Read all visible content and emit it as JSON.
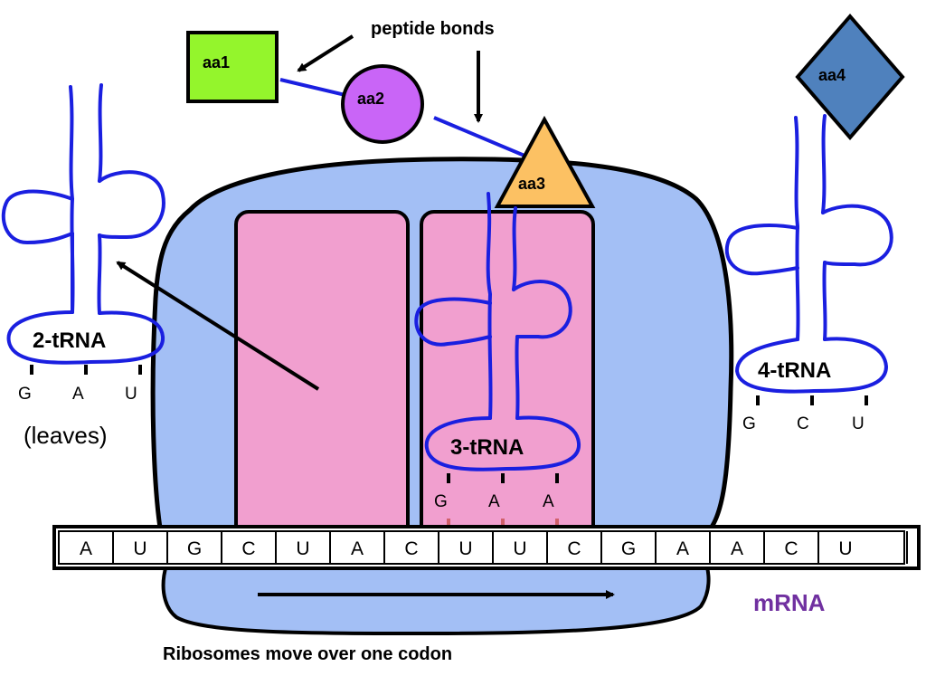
{
  "colors": {
    "ribosome_blue": "#a3bff5",
    "site_pink": "#f19fcf",
    "trna_blue": "#1a1fe0",
    "aa1_green": "#94f52c",
    "aa2_purple": "#c965f7",
    "aa3_orange": "#fcc163",
    "aa4_steel": "#4f81bd",
    "mrna_label_purple": "#7030a0"
  },
  "labels": {
    "peptide_bonds": "peptide bonds",
    "leaves": "(leaves)",
    "mrna": "mRNA",
    "caption": "Ribosomes move over one codon"
  },
  "amino_acids": {
    "aa1": "aa1",
    "aa2": "aa2",
    "aa3": "aa3",
    "aa4": "aa4"
  },
  "trnas": {
    "t2": {
      "label": "2-tRNA",
      "anticodon": [
        "G",
        "A",
        "U"
      ]
    },
    "t3": {
      "label": "3-tRNA",
      "anticodon": [
        "G",
        "A",
        "A"
      ]
    },
    "t4": {
      "label": "4-tRNA",
      "anticodon": [
        "G",
        "C",
        "U"
      ]
    }
  },
  "mrna_sequence": [
    "A",
    "U",
    "G",
    "C",
    "U",
    "A",
    "C",
    "U",
    "U",
    "C",
    "G",
    "A",
    "A",
    "C",
    "U"
  ]
}
